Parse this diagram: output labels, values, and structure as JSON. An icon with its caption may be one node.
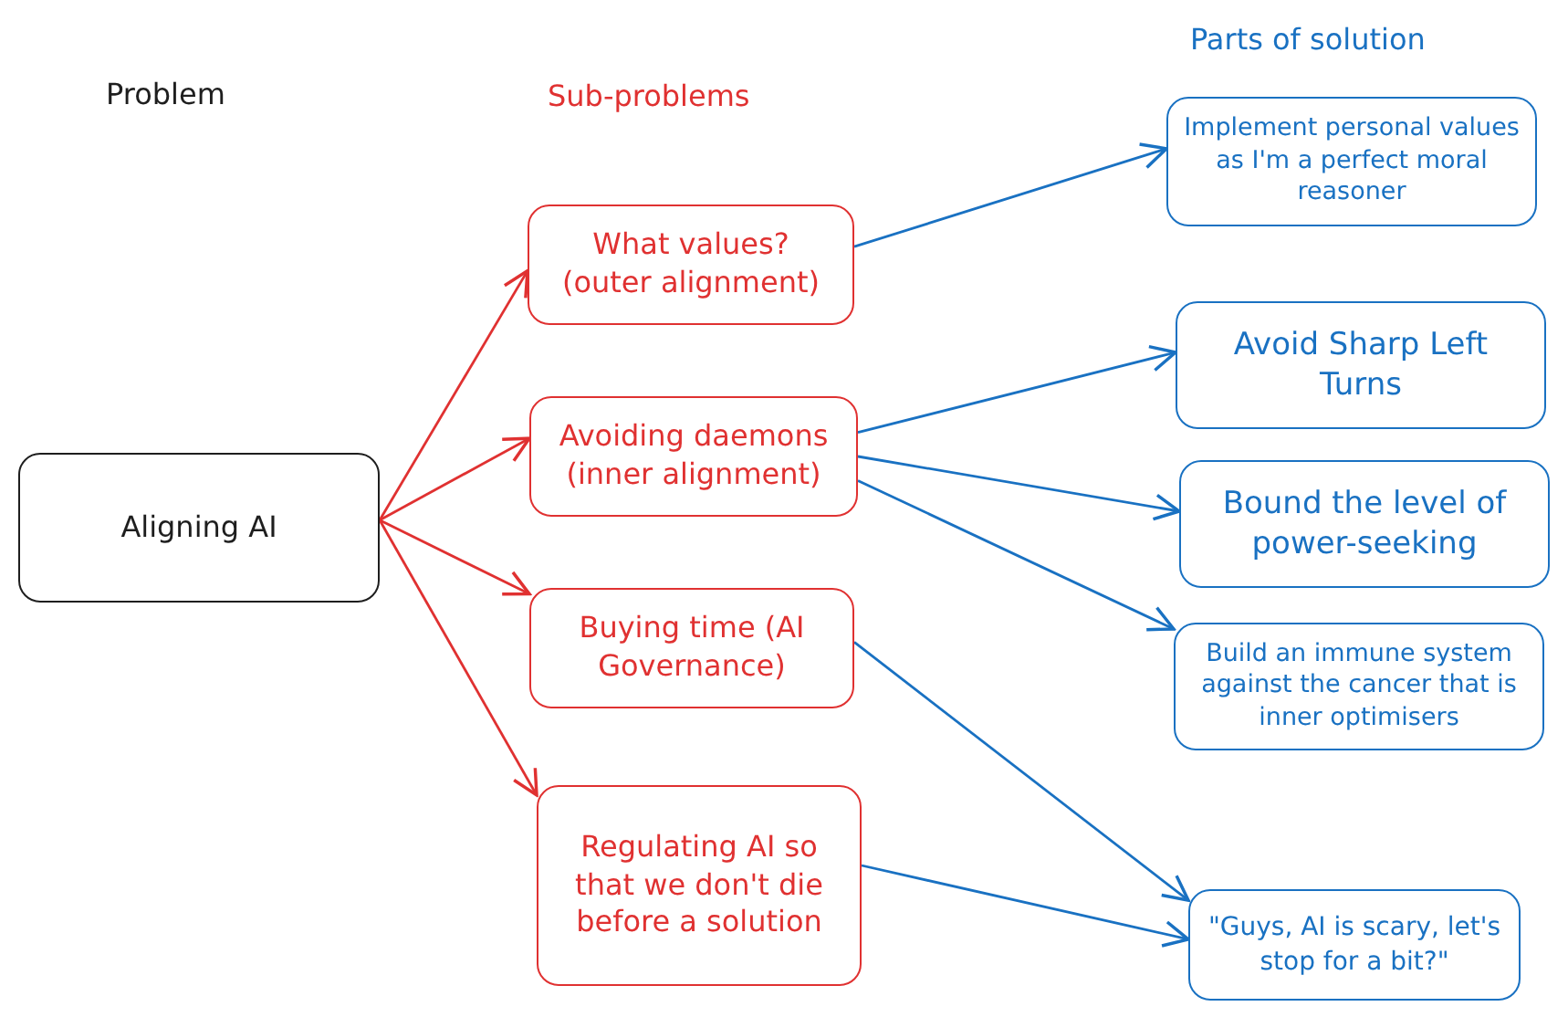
{
  "diagram": {
    "nodes": [
      {
        "text": [
          "Aligning AI"
        ]
      },
      {
        "text": [
          "What values? (outer alignment)"
        ]
      },
      {
        "text": [
          "Avoiding daemons (inner alignment)"
        ]
      },
      {
        "text": [
          "Buying time (AI Governance)"
        ]
      },
      {
        "text": [
          "Regulating AI so that we don't die before a solution"
        ]
      },
      {
        "text": [
          "Implement personal values as I'm a perfect moral reasoner"
        ]
      },
      {
        "text": [
          "Avoid Sharp Left Turns"
        ]
      },
      {
        "text": [
          "Bound the level of power-seeking"
        ]
      },
      {
        "text": [
          "Build an immune system against the cancer that is inner optimisers"
        ]
      },
      {
        "text": [
          "\"Guys, AI is scary, let's stop for a bit?\""
        ]
      }
    ],
    "edges": [
      {
        "from": 0,
        "to": 1,
        "arrow": "to",
        "color": "#e03131"
      },
      {
        "from": 0,
        "to": 2,
        "arrow": "to",
        "color": "#e03131"
      },
      {
        "from": 0,
        "to": 3,
        "arrow": "to",
        "color": "#e03131"
      },
      {
        "from": 0,
        "to": 4,
        "arrow": "to",
        "color": "#e03131"
      },
      {
        "from": 1,
        "to": 5,
        "arrow": "to"
      },
      {
        "from": 2,
        "to": 6,
        "arrow": "to"
      },
      {
        "from": 2,
        "to": 7,
        "arrow": "to"
      },
      {
        "from": 2,
        "to": 8,
        "arrow": "to"
      },
      {
        "from": 3,
        "to": 9,
        "arrow": "to"
      },
      {
        "from": 4,
        "to": 9,
        "arrow": "to"
      }
    ],
    "labels": [
      "Parts of solution",
      "Problem",
      "Sub-problems"
    ]
  }
}
